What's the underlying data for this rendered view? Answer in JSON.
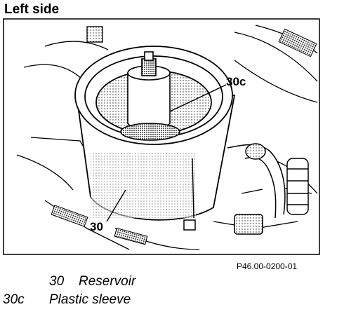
{
  "heading": "Left side",
  "callouts": {
    "sleeve": "30c",
    "reservoir": "30"
  },
  "figure_code": "P46.00-0200-01",
  "legend": [
    {
      "number": "30",
      "text": "Reservoir"
    },
    {
      "number": "30c",
      "text": "Plastic sleeve"
    }
  ]
}
